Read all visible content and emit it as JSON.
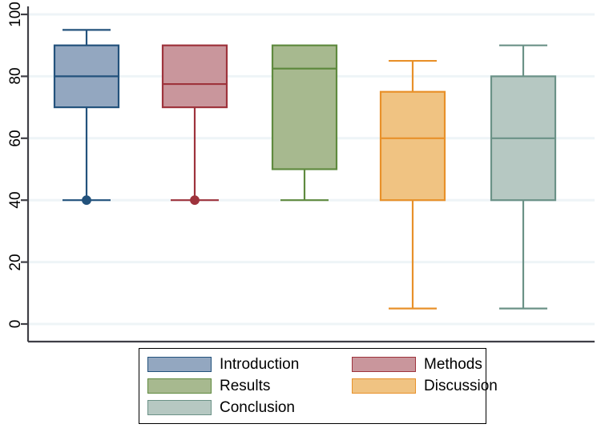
{
  "chart_data": {
    "type": "box",
    "title": "",
    "xlabel": "",
    "ylabel": "",
    "ylim": [
      0,
      100
    ],
    "yticks": [
      0,
      20,
      40,
      60,
      80,
      100
    ],
    "ytick_labels": [
      "0",
      "20",
      "40",
      "60",
      "80",
      "100"
    ],
    "grid": "horizontal",
    "legend_position": "bottom",
    "legend_columns": 2,
    "categories": [
      "Introduction",
      "Methods",
      "Results",
      "Discussion",
      "Conclusion"
    ],
    "series": [
      {
        "name": "Introduction",
        "fill": "#93a7c0",
        "stroke": "#23527c",
        "whisker_low": 40,
        "q1": 70,
        "median": 80,
        "q3": 90,
        "whisker_high": 95,
        "outliers": [
          40
        ]
      },
      {
        "name": "Methods",
        "fill": "#c9969c",
        "stroke": "#9e333c",
        "whisker_low": 40,
        "q1": 70,
        "median": 77.5,
        "q3": 90,
        "whisker_high": 90,
        "outliers": [
          40
        ]
      },
      {
        "name": "Results",
        "fill": "#a7b98f",
        "stroke": "#5f8a3f",
        "whisker_low": 40,
        "q1": 50,
        "median": 82.5,
        "q3": 90,
        "whisker_high": 90,
        "outliers": []
      },
      {
        "name": "Discussion",
        "fill": "#f0c382",
        "stroke": "#e8912a",
        "whisker_low": 5,
        "q1": 40,
        "median": 60,
        "q3": 75,
        "whisker_high": 85,
        "outliers": []
      },
      {
        "name": "Conclusion",
        "fill": "#b6c8c2",
        "stroke": "#6b9287",
        "whisker_low": 5,
        "q1": 40,
        "median": 60,
        "q3": 80,
        "whisker_high": 90,
        "outliers": []
      }
    ]
  },
  "axis": {
    "ytick_labels": [
      "100",
      "80",
      "60",
      "40",
      "20",
      "0"
    ],
    "axis_color": "#3f3f46",
    "grid_color": "#eef4f7"
  },
  "legend": {
    "entries": [
      {
        "label": "Introduction",
        "fill": "#93a7c0",
        "stroke": "#23527c"
      },
      {
        "label": "Methods",
        "fill": "#c9969c",
        "stroke": "#9e333c"
      },
      {
        "label": "Results",
        "fill": "#a7b98f",
        "stroke": "#5f8a3f"
      },
      {
        "label": "Discussion",
        "fill": "#f0c382",
        "stroke": "#e8912a"
      },
      {
        "label": "Conclusion",
        "fill": "#b6c8c2",
        "stroke": "#6b9287"
      }
    ]
  }
}
